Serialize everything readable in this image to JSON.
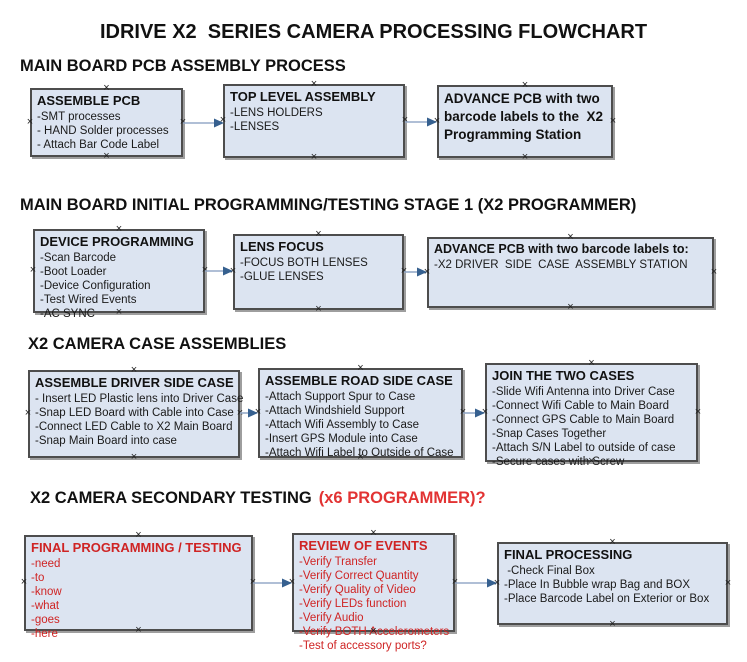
{
  "title": "IDRIVE X2  SERIES CAMERA PROCESSING FLOWCHART",
  "colors": {
    "box_fill": "#dce4f1",
    "box_border": "#4d4d4d",
    "box_shadow": "#9e9e9e",
    "red_text": "#cf2424",
    "heading_red": "#e23333",
    "arrow_line": "#95aac8",
    "arrow_head": "#36608f"
  },
  "sections": [
    {
      "heading": "MAIN BOARD PCB ASSEMBLY PROCESS",
      "boxes": [
        {
          "title": "ASSEMBLE PCB",
          "items": [
            "-SMT processes",
            "- HAND Solder processes",
            "- Attach Bar Code Label"
          ]
        },
        {
          "title": "TOP LEVEL ASSEMBLY",
          "items": [
            "-LENS HOLDERS",
            "-LENSES"
          ]
        },
        {
          "title": "ADVANCE PCB with two barcode labels to the  X2 Programming Station",
          "items": []
        }
      ]
    },
    {
      "heading": "MAIN BOARD INITIAL PROGRAMMING/TESTING STAGE 1 (X2 PROGRAMMER)",
      "boxes": [
        {
          "title": "DEVICE PROGRAMMING",
          "items": [
            "-Scan Barcode",
            "-Boot Loader",
            "-Device Configuration",
            "-Test Wired Events",
            "-AC SYNC"
          ]
        },
        {
          "title": "LENS FOCUS",
          "items": [
            "-FOCUS BOTH LENSES",
            "-GLUE LENSES"
          ]
        },
        {
          "title": "ADVANCE PCB with two barcode labels to:",
          "items": [
            "-X2 DRIVER  SIDE  CASE  ASSEMBLY STATION"
          ]
        }
      ]
    },
    {
      "heading": "X2 CAMERA CASE ASSEMBLIES",
      "boxes": [
        {
          "title": "ASSEMBLE DRIVER SIDE CASE",
          "items": [
            "- Insert LED Plastic lens into Driver Case",
            "-Snap LED Board with Cable into Case",
            "-Connect LED Cable to X2 Main Board",
            "-Snap Main Board into case"
          ]
        },
        {
          "title": "ASSEMBLE ROAD SIDE CASE",
          "items": [
            "-Attach Support Spur to Case",
            "-Attach Windshield Support",
            "-Attach Wifi Assembly to Case",
            "-Insert GPS Module into Case",
            "-Attach Wifi Label to Outside of Case"
          ]
        },
        {
          "title": "JOIN THE TWO CASES",
          "items": [
            "-Slide Wifi Antenna into Driver Case",
            "-Connect Wifi Cable to Main Board",
            "-Connect GPS Cable to Main Board",
            "-Snap Cases Together",
            "-Attach S/N Label to outside of case",
            "-Secure cases with Screw"
          ]
        }
      ]
    },
    {
      "heading": "X2 CAMERA SECONDARY TESTING",
      "heading_suffix": "(x6 PROGRAMMER)?",
      "boxes": [
        {
          "title": "FINAL PROGRAMMING / TESTING",
          "items": [
            "-need",
            "-to",
            "-know",
            "-what",
            "-goes",
            "-here"
          ]
        },
        {
          "title": "REVIEW OF EVENTS",
          "items": [
            "-Verify Transfer",
            "-Verify Correct Quantity",
            "-Verify Quality of Video",
            "-Verify LEDs function",
            "-Verify Audio",
            "-Verify BOTH Accelerometers",
            "-Test of accessory ports?"
          ]
        },
        {
          "title": "FINAL PROCESSING",
          "items": [
            " -Check Final Box",
            "-Place In Bubble wrap Bag and BOX",
            "-Place Barcode Label on Exterior or Box"
          ]
        }
      ]
    }
  ]
}
